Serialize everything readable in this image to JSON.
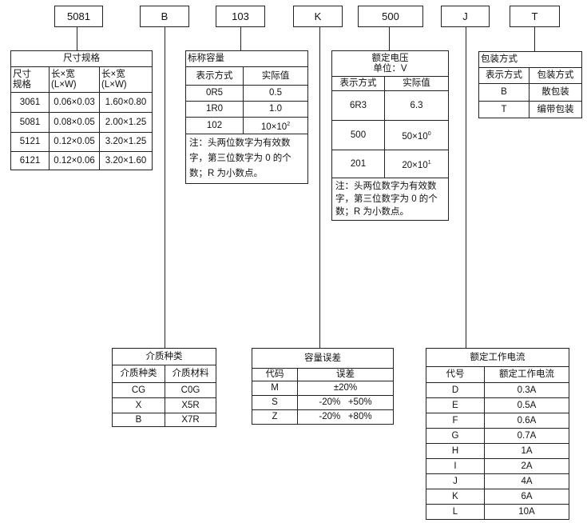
{
  "codes": [
    "5081",
    "B",
    "103",
    "K",
    "500",
    "J",
    "T"
  ],
  "size": {
    "title": "尺寸规格",
    "headers": [
      "尺寸\n规格",
      "长×宽\n(L×W)",
      "长×宽\n(L×W)"
    ],
    "rows": [
      [
        "3061",
        "0.06×0.03",
        "1.60×0.80"
      ],
      [
        "5081",
        "0.08×0.05",
        "2.00×1.25"
      ],
      [
        "5121",
        "0.12×0.05",
        "3.20×1.25"
      ],
      [
        "6121",
        "0.12×0.06",
        "3.20×1.60"
      ]
    ]
  },
  "capacitance": {
    "title": "标称容量",
    "headers": [
      "表示方式",
      "实际值"
    ],
    "rows": [
      [
        "0R5",
        "0.5"
      ],
      [
        "1R0",
        "1.0"
      ],
      [
        "102",
        "10×10",
        "2"
      ]
    ],
    "note": "注：头两位数字为有效数字，第三位数字为 0 的个数；R 为小数点。"
  },
  "voltage": {
    "title": "额定电压",
    "unit": "单位：V",
    "headers": [
      "表示方式",
      "实际值"
    ],
    "rows": [
      [
        "6R3",
        "6.3",
        ""
      ],
      [
        "500",
        "50×10",
        "0"
      ],
      [
        "201",
        "20×10",
        "1"
      ]
    ],
    "note": "注：头两位数字为有效数字，第三位数字为 0 的个数；R 为小数点。"
  },
  "packaging": {
    "title": "包装方式",
    "headers": [
      "表示方式",
      "包装方式"
    ],
    "rows": [
      [
        "B",
        "散包装"
      ],
      [
        "T",
        "编带包装"
      ]
    ]
  },
  "dielectric": {
    "title": "介质种类",
    "headers": [
      "介质种类",
      "介质材料"
    ],
    "rows": [
      [
        "CG",
        "C0G"
      ],
      [
        "X",
        "X5R"
      ],
      [
        "B",
        "X7R"
      ]
    ]
  },
  "tolerance": {
    "title": "容量误差",
    "headers": [
      "代码",
      "误差"
    ],
    "rows": [
      [
        "M",
        "±20%"
      ],
      [
        "S",
        "-20%   +50%"
      ],
      [
        "Z",
        "-20%   +80%"
      ]
    ]
  },
  "current": {
    "title": "额定工作电流",
    "headers": [
      "代号",
      "额定工作电流"
    ],
    "rows": [
      [
        "D",
        "0.3A"
      ],
      [
        "E",
        "0.5A"
      ],
      [
        "F",
        "0.6A"
      ],
      [
        "G",
        "0.7A"
      ],
      [
        "H",
        "1A"
      ],
      [
        "I",
        "2A"
      ],
      [
        "J",
        "4A"
      ],
      [
        "K",
        "6A"
      ],
      [
        "L",
        "10A"
      ]
    ]
  }
}
